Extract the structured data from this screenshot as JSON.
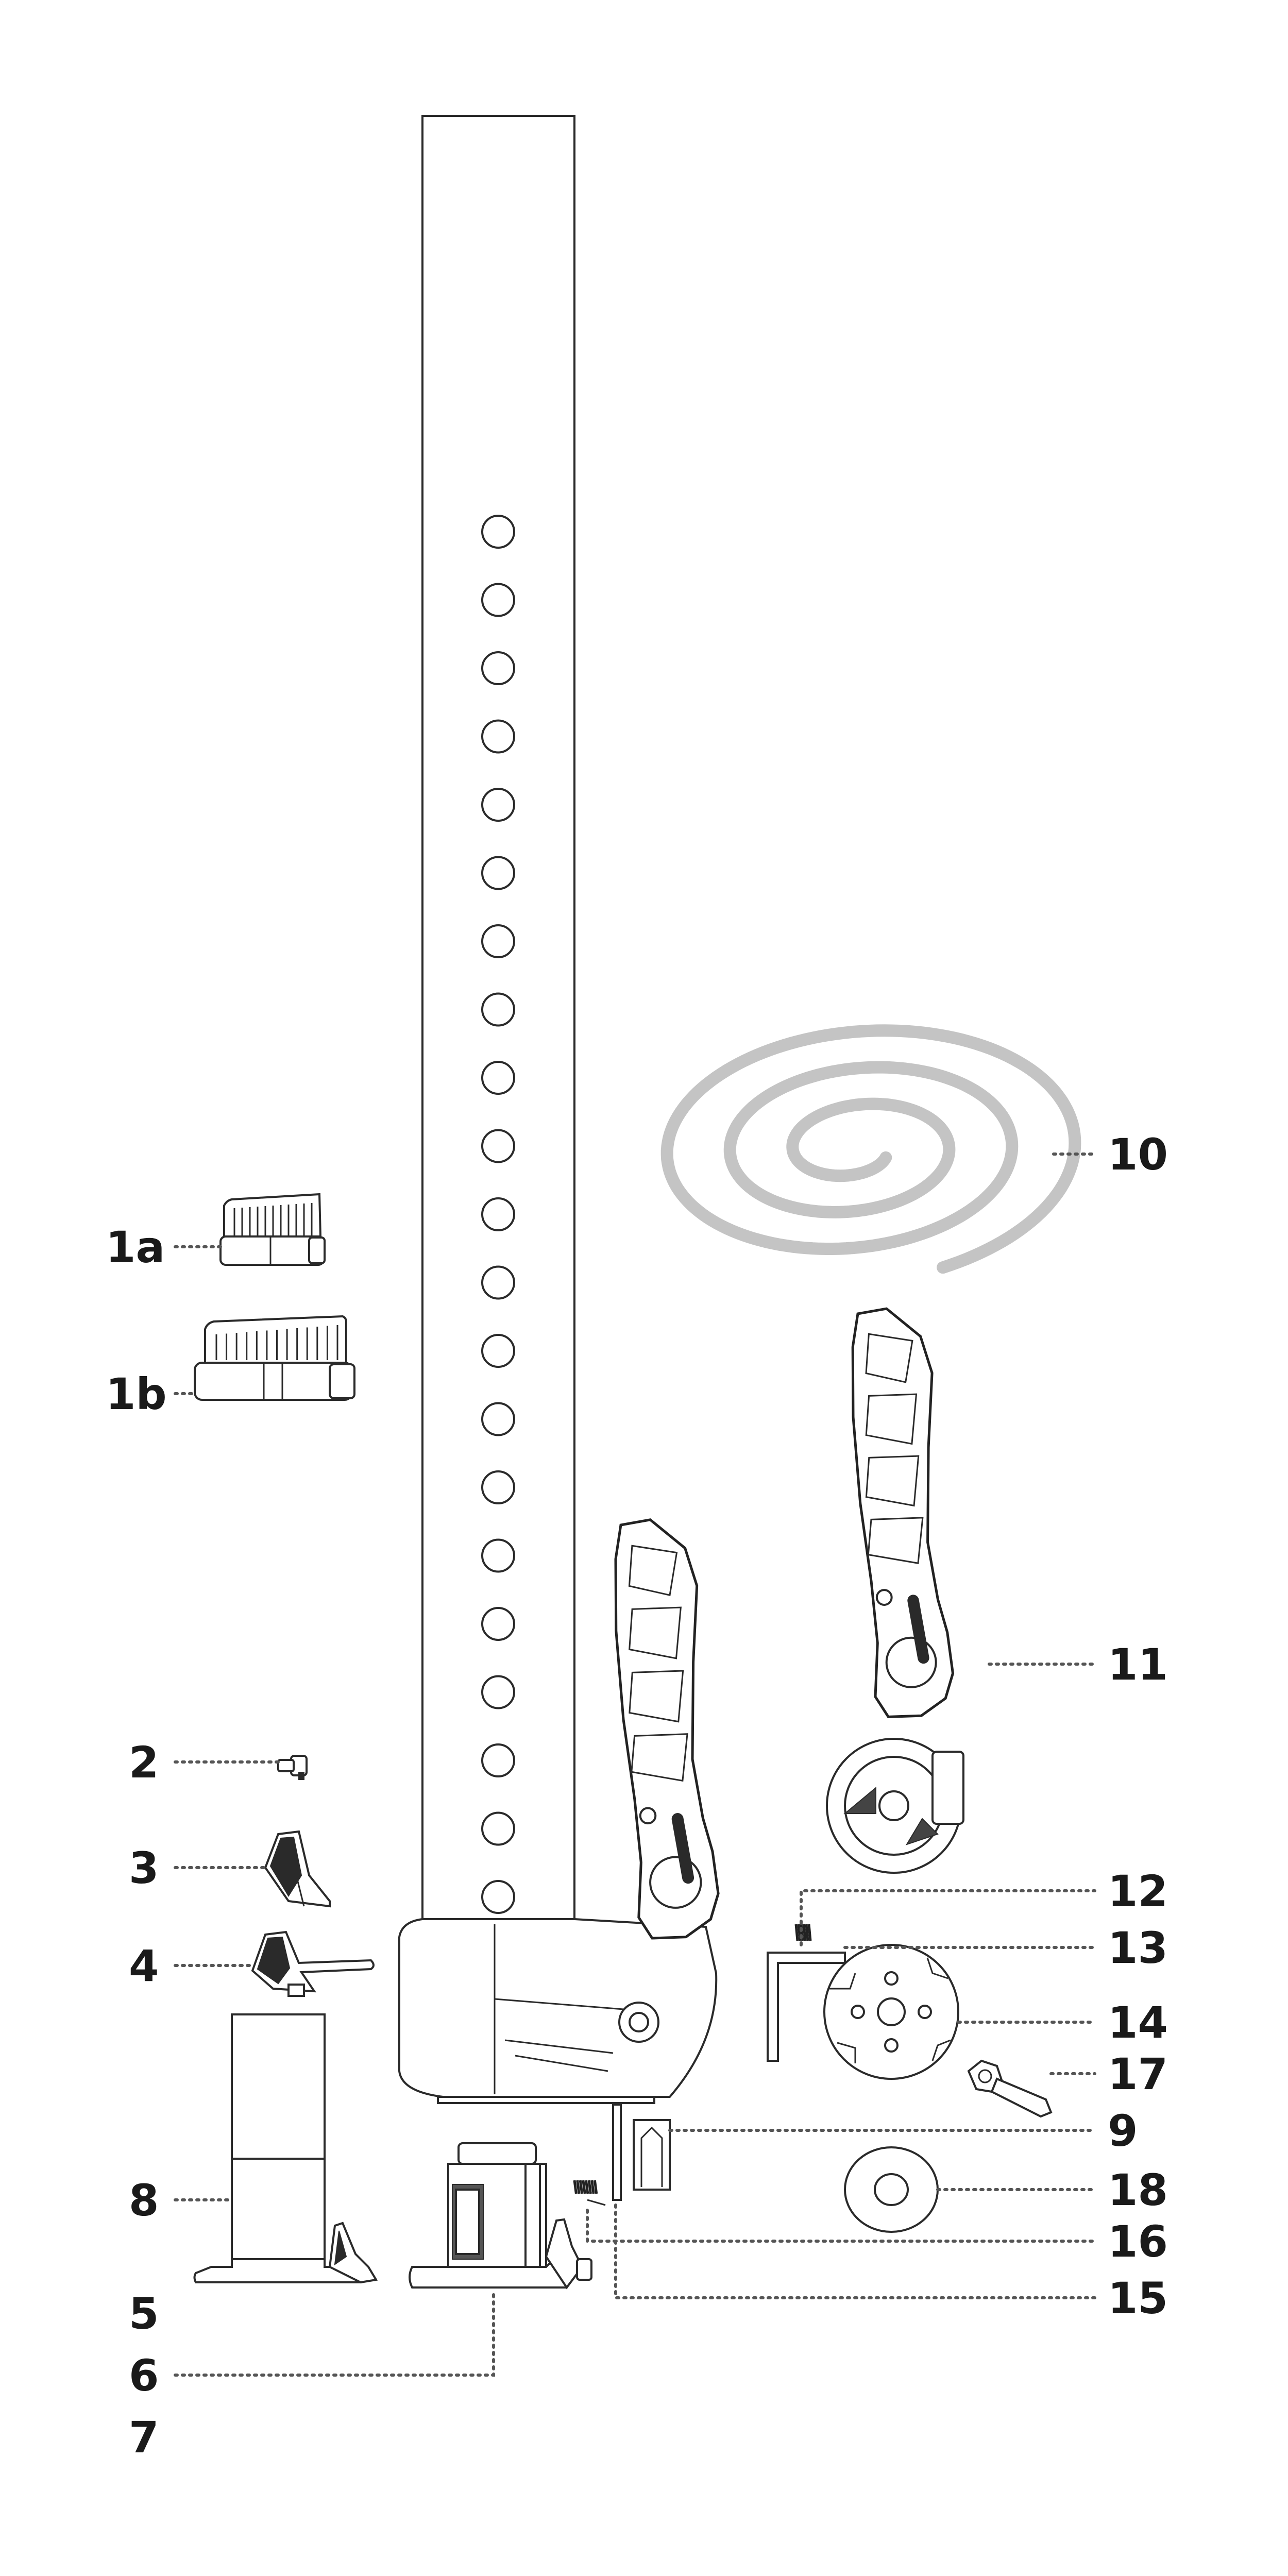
{
  "callouts": {
    "p1a": "1a",
    "p1b": "1b",
    "p2": "2",
    "p3": "3",
    "p4": "4",
    "p5": "5",
    "p6": "6",
    "p7": "7",
    "p8": "8",
    "p9": "9",
    "p10": "10",
    "p11": "11",
    "p12": "12",
    "p13": "13",
    "p14": "14",
    "p15": "15",
    "p16": "16",
    "p17": "17",
    "p18": "18"
  },
  "colors": {
    "line": "#2a2a2a",
    "leader": "#555555",
    "cord": "#c4c4c4",
    "text": "#1a1a1a"
  },
  "tube_hole_count": 21
}
